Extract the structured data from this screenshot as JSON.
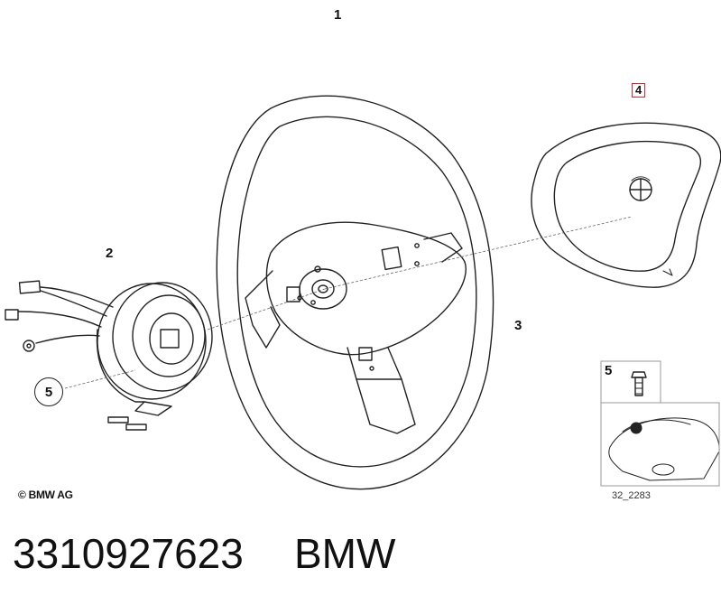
{
  "callouts": {
    "c1": "1",
    "c2": "2",
    "c3": "3",
    "c4": "4",
    "c5_left": "5",
    "c5_inset": "5"
  },
  "copyright": "© BMW AG",
  "diagram_ref": "32_2283",
  "part_number": "3310927623",
  "brand": "BMW"
}
